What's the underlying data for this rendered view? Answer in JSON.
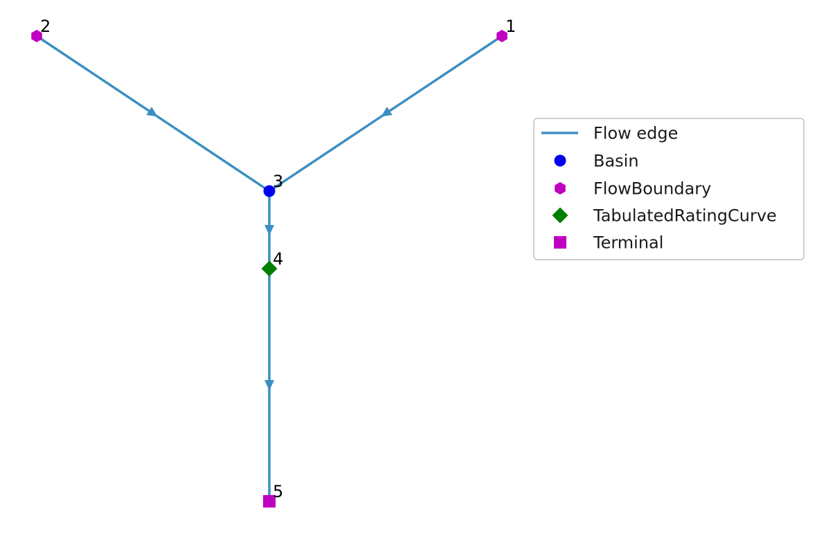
{
  "colors": {
    "edge": "#3a8fc0",
    "basin": "#0000ee",
    "flow_boundary": "#c000c0",
    "tabulated_rating_curve": "#008000",
    "terminal": "#c000c0",
    "legend_border": "#d0d0d0"
  },
  "nodes": [
    {
      "id": "1",
      "type": "FlowBoundary",
      "marker": "hexagon"
    },
    {
      "id": "2",
      "type": "FlowBoundary",
      "marker": "hexagon"
    },
    {
      "id": "3",
      "type": "Basin",
      "marker": "circle"
    },
    {
      "id": "4",
      "type": "TabulatedRatingCurve",
      "marker": "diamond"
    },
    {
      "id": "5",
      "type": "Terminal",
      "marker": "square"
    }
  ],
  "edges": [
    {
      "from": "2",
      "to": "3",
      "type": "Flow edge"
    },
    {
      "from": "1",
      "to": "3",
      "type": "Flow edge"
    },
    {
      "from": "3",
      "to": "4",
      "type": "Flow edge"
    },
    {
      "from": "4",
      "to": "5",
      "type": "Flow edge"
    }
  ],
  "legend": {
    "entries": [
      {
        "label": "Flow edge",
        "marker": "line",
        "color_key": "edge"
      },
      {
        "label": "Basin",
        "marker": "circle",
        "color_key": "basin"
      },
      {
        "label": "FlowBoundary",
        "marker": "hexagon",
        "color_key": "flow_boundary"
      },
      {
        "label": "TabulatedRatingCurve",
        "marker": "diamond",
        "color_key": "tabulated_rating_curve"
      },
      {
        "label": "Terminal",
        "marker": "square",
        "color_key": "terminal"
      }
    ]
  }
}
